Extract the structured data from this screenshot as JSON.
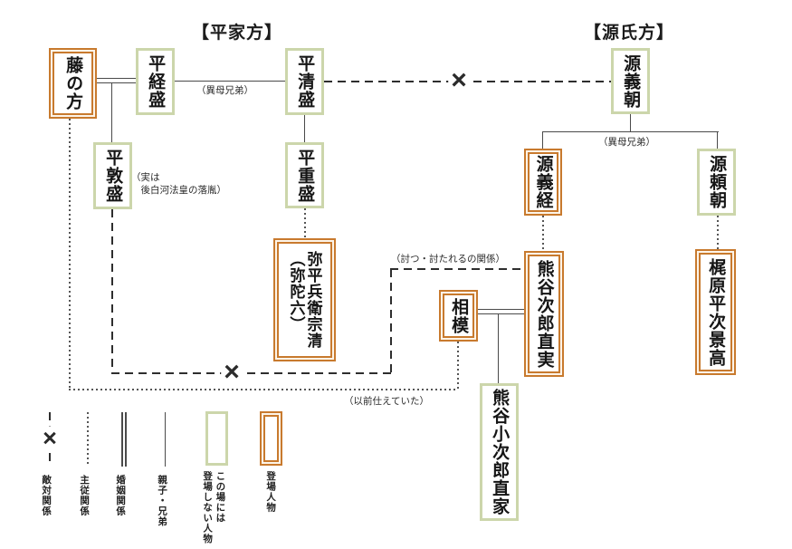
{
  "titles": {
    "heike": "【平家方】",
    "genji": "【源氏方】"
  },
  "people": {
    "fuji_no_kata": {
      "name": "藤の方",
      "role": "登場人物"
    },
    "tsunemori": {
      "name": "平経盛",
      "role": "この場には登場しない人物"
    },
    "kiyomori": {
      "name": "平清盛",
      "role": "この場には登場しない人物"
    },
    "atsumori": {
      "name": "平敦盛",
      "role": "この場には登場しない人物"
    },
    "shigemori": {
      "name": "平重盛",
      "role": "この場には登場しない人物"
    },
    "yahei_munekiyo": {
      "name": "弥平兵衛宗清\n（弥陀六）",
      "role": "登場人物"
    },
    "sagami": {
      "name": "相模",
      "role": "登場人物"
    },
    "naozane": {
      "name": "熊谷次郎直実",
      "role": "登場人物"
    },
    "naoie": {
      "name": "熊谷小次郎直家",
      "role": "この場には登場しない人物"
    },
    "yoshitomo": {
      "name": "源義朝",
      "role": "この場には登場しない人物"
    },
    "yoshitsune": {
      "name": "源義経",
      "role": "登場人物"
    },
    "yoritomo": {
      "name": "源頼朝",
      "role": "この場には登場しない人物"
    },
    "kajiwara": {
      "name": "梶原平次景高",
      "role": "登場人物"
    }
  },
  "relationship_labels": {
    "half_brothers_heike": "（異母兄弟）",
    "half_brothers_genji": "（異母兄弟）",
    "actually_note": "（実は\n　後白河法皇の落胤）",
    "kill_relation": "（討つ・討たれるの関係）",
    "served_before": "（以前仕えていた）"
  },
  "symbols": {
    "x_mark": "×"
  },
  "legend": {
    "items": [
      {
        "symbol": "hostile-dashed-line-with-x",
        "label": "敵対関係"
      },
      {
        "symbol": "dotted-line",
        "label": "主従関係"
      },
      {
        "symbol": "double-line",
        "label": "婚姻関係"
      },
      {
        "symbol": "single-line",
        "label": "親子・兄弟"
      },
      {
        "symbol": "green-box",
        "label": "この場には\n登場しない人物"
      },
      {
        "symbol": "orange-box",
        "label": "登場人物"
      }
    ]
  },
  "colors": {
    "appearing_border": "#c87a2e",
    "not_appearing_border": "#ccd6ab",
    "line": "#4a4a4a"
  }
}
